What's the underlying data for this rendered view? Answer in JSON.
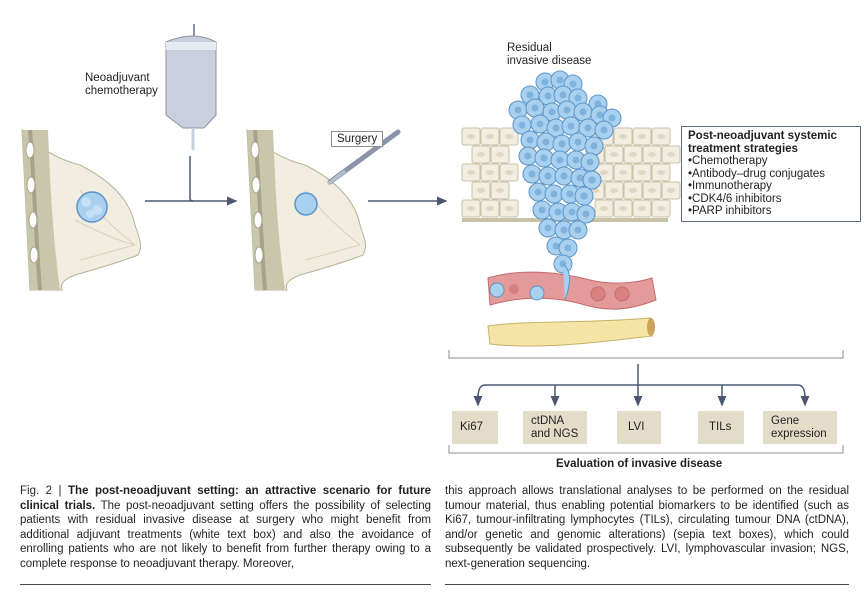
{
  "figure": {
    "labels": {
      "neoadjuvant": [
        "Neoadjuvant",
        "chemotherapy"
      ],
      "surgery": "Surgery",
      "residual": [
        "Residual",
        "invasive disease"
      ]
    },
    "strategies": {
      "title": [
        "Post-neoadjuvant systemic",
        "treatment strategies"
      ],
      "items": [
        "Chemotherapy",
        "Antibody–drug conjugates",
        "Immunotherapy",
        "CDK4/6 inhibitors",
        "PARP inhibitors"
      ]
    },
    "evaluation": {
      "boxes": [
        {
          "lines": [
            "Ki67"
          ]
        },
        {
          "lines": [
            "ctDNA",
            "and NGS"
          ]
        },
        {
          "lines": [
            "LVI"
          ]
        },
        {
          "lines": [
            "TILs"
          ]
        },
        {
          "lines": [
            "Gene",
            "expression"
          ]
        }
      ],
      "title": "Evaluation of invasive disease"
    },
    "colors": {
      "arrow": "#4a5870",
      "tumour": "#a9d0ee",
      "tumour_edge": "#5b95c8",
      "tissue": "#f1ede0",
      "tissue_edge": "#c8c3a8",
      "vessel": "#e29a9a",
      "lymph": "#f6e3a6",
      "sepia_box": "#e2dcc8"
    }
  },
  "caption": {
    "fig_label": "Fig. 2 | ",
    "title": "The post-neoadjuvant setting: an attractive scenario for future clinical trials.",
    "left_text": " The post-neoadjuvant setting offers the possibility of selecting patients with residual invasive disease at surgery who might benefit from additional adjuvant treatments (white text box) and also the avoidance of enrolling patients who are not likely to benefit from further therapy owing to a complete response to neoadjuvant therapy. Moreover,",
    "right_text": "this approach allows translational analyses to be performed on the residual tumour material, thus enabling potential biomarkers to be identified (such as Ki67, tumour-infiltrating lymphocytes (TILs), circulating tumour DNA (ctDNA), and/or genetic and genomic alterations) (sepia text boxes), which could subsequently be validated prospectively. LVI, lymphovascular invasion; NGS, next-generation sequencing."
  }
}
